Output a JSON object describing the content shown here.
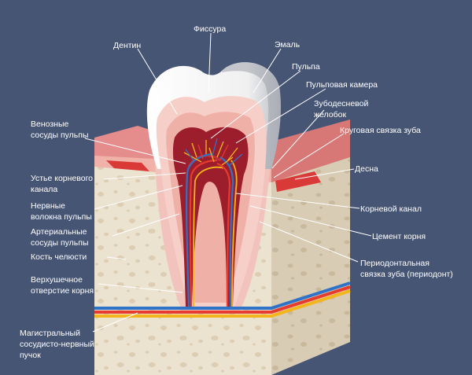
{
  "colors": {
    "background": "#465574",
    "bone": "#ece2d0",
    "bone_side": "#d9ccb4",
    "gum": "#e58c8c",
    "enamel": "#f7f7f7",
    "dentin": "#f3c2bc",
    "pulp": "#9c1d2c",
    "artery": "#e63b2e",
    "vein": "#2f73c8",
    "nerve": "#f3b51c"
  },
  "labels": {
    "fissure": "Фиссура",
    "dentin": "Дентин",
    "enamel": "Эмаль",
    "pulp": "Пульпа",
    "pulp_chamber": "Пульповая камера",
    "gingival_groove": [
      "Зубодесневой",
      "желобок"
    ],
    "circular_ligament": "Круговая связка зуба",
    "gum": "Десна",
    "root_canal": "Корневой канал",
    "cementum": "Цемент корня",
    "periodontium": [
      "Периодонтальная",
      "связка зуба (периодонт)"
    ],
    "pulp_veins": [
      "Венозные",
      "сосуды пульпы"
    ],
    "canal_orifice": [
      "Устье корневого",
      "канала"
    ],
    "pulp_nerves": [
      "Нервные",
      "волокна пульпы"
    ],
    "pulp_arteries": [
      "Артериальные",
      "сосуды пульпы"
    ],
    "jaw_bone": "Кость челюсти",
    "apical_foramen": [
      "Верхушечное",
      "отверстие корня"
    ],
    "neurovascular_bundle": [
      "Магистральный",
      "сосудисто-нервный",
      "пучок"
    ]
  }
}
